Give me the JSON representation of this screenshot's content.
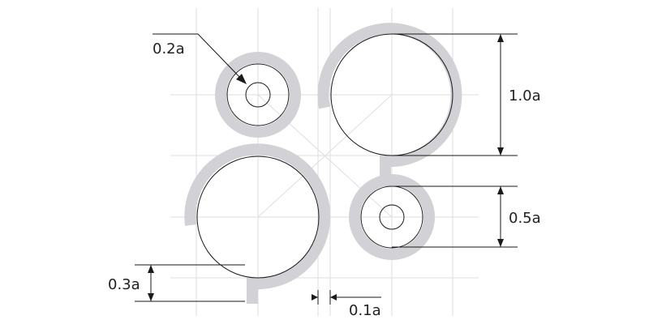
{
  "labels": {
    "small_radius": "0.2a",
    "large_diameter": "1.0a",
    "medium_diameter": "0.5a",
    "height_offset": "0.3a",
    "gap": "0.1a"
  },
  "colors": {
    "band": "#d2d2d6",
    "line": "#1a1a1a",
    "grid": "#dedede"
  }
}
